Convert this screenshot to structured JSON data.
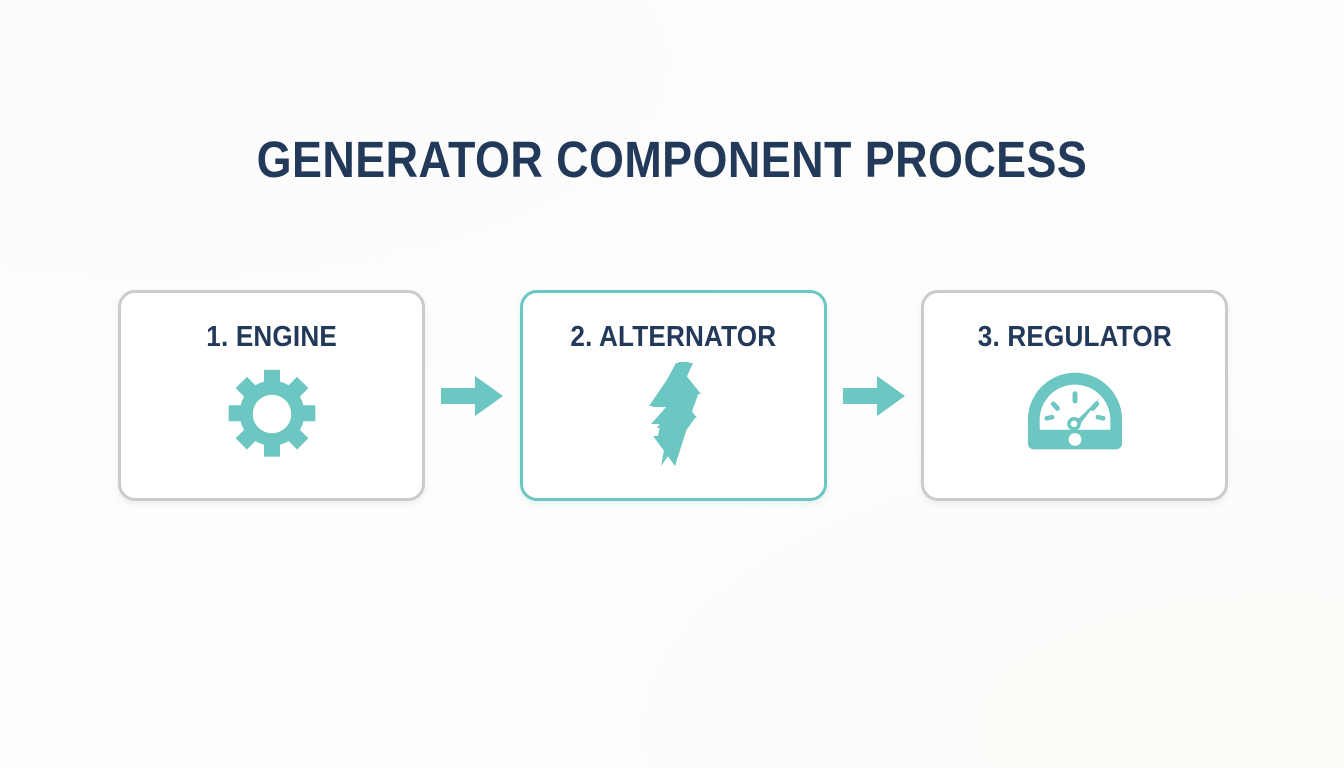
{
  "diagram": {
    "title": "GENERATOR COMPONENT PROCESS",
    "colors": {
      "title_navy": "#22395A",
      "accent_teal": "#6CC6C1",
      "card_border_gray": "#C9CBCD",
      "card_background": "#FFFFFF",
      "page_background": "#FDFDFC"
    },
    "steps": [
      {
        "label": "1. ENGINE",
        "icon": "gear-icon",
        "state": "default"
      },
      {
        "label": "2. ALTERNATOR",
        "icon": "lightning-bolt-icon",
        "state": "active"
      },
      {
        "label": "3. REGULATOR",
        "icon": "gauge-icon",
        "state": "default"
      }
    ],
    "connectors": [
      {
        "icon": "arrow-right-icon",
        "direction": "right"
      },
      {
        "icon": "arrow-right-icon",
        "direction": "right"
      }
    ]
  }
}
